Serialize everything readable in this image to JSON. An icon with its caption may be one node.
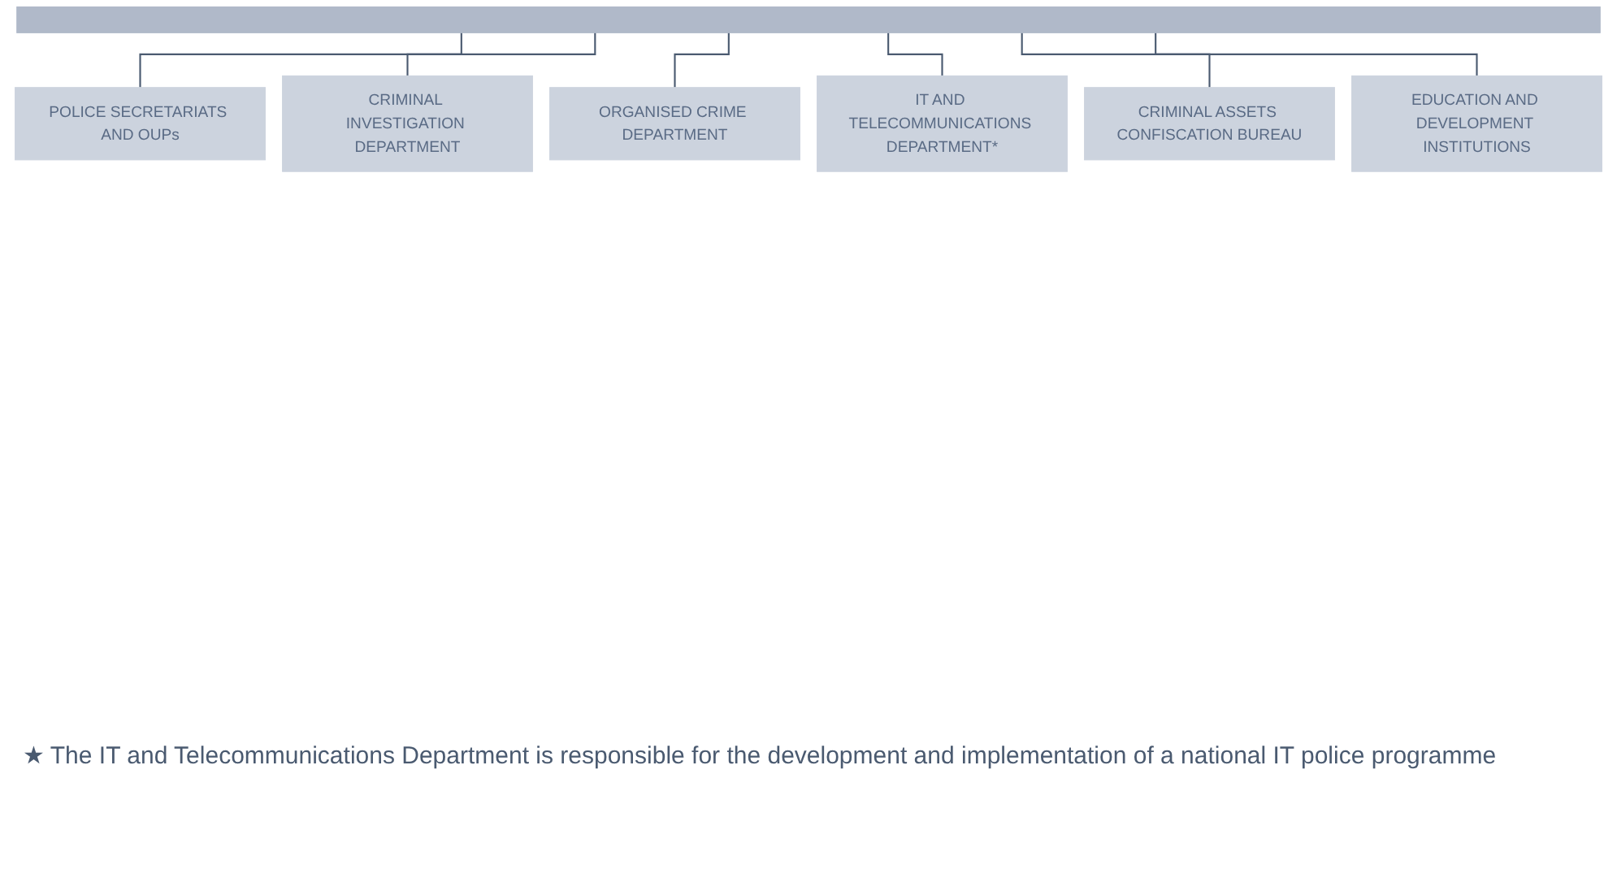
{
  "diagram": {
    "nodes": [
      {
        "text": [],
        "shape": "bar"
      },
      {
        "text": [
          "POLICE SECRETARIATS AND OUPs"
        ]
      },
      {
        "text": [
          "CRIMINAL INVESTIGATION DEPARTMENT"
        ]
      },
      {
        "text": [
          "ORGANISED CRIME DEPARTMENT"
        ]
      },
      {
        "text": [
          "IT AND TELECOMMUNICATIONS DEPARTMENT*"
        ]
      },
      {
        "text": [
          "CRIMINAL ASSETS CONFISCATION BUREAU"
        ]
      },
      {
        "text": [
          "EDUCATION AND DEVELOPMENT INSTITUTIONS"
        ]
      }
    ],
    "edges": [
      {
        "from": 0,
        "to": 1,
        "arrow": "none"
      },
      {
        "from": 0,
        "to": 2,
        "arrow": "none"
      },
      {
        "from": 0,
        "to": 3,
        "arrow": "none"
      },
      {
        "from": 0,
        "to": 4,
        "arrow": "none"
      },
      {
        "from": 0,
        "to": 5,
        "arrow": "none"
      },
      {
        "from": 0,
        "to": 6,
        "arrow": "none"
      }
    ],
    "labels": [
      "★ The IT and Telecommunications Department is responsible for the development and implementation of a national IT police programme"
    ]
  }
}
